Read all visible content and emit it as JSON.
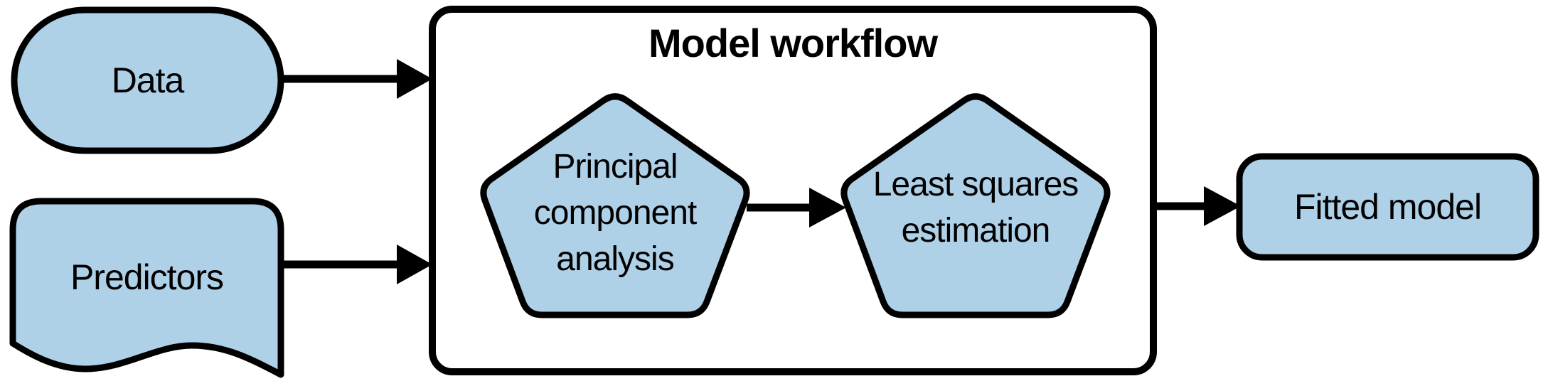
{
  "diagram": {
    "title": "Model workflow",
    "colors": {
      "node_fill": "#AFD1E8",
      "node_stroke": "#000000",
      "container_fill": "#FFFFFF",
      "arrow": "#000000",
      "background": "#FFFFFF"
    },
    "nodes": {
      "data": {
        "label": "Data",
        "shape": "stadium"
      },
      "predictors": {
        "label": "Predictors",
        "shape": "document"
      },
      "workflow": {
        "label": "Model workflow",
        "shape": "rounded-rectangle-container"
      },
      "pca": {
        "label": "Principal component analysis",
        "shape": "pentagon"
      },
      "lse": {
        "label": "Least squares estimation",
        "shape": "pentagon"
      },
      "fitted": {
        "label": "Fitted model",
        "shape": "rounded-rectangle"
      }
    },
    "edges": [
      {
        "from": "data",
        "to": "workflow"
      },
      {
        "from": "predictors",
        "to": "workflow"
      },
      {
        "from": "pca",
        "to": "lse"
      },
      {
        "from": "workflow",
        "to": "fitted"
      }
    ]
  }
}
